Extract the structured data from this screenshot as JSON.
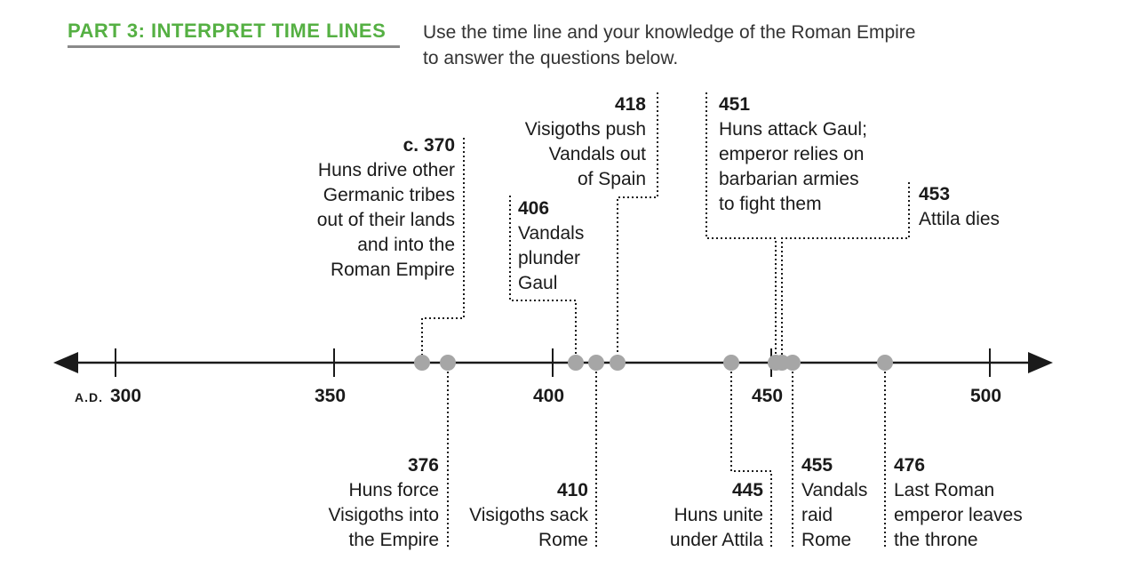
{
  "header": {
    "title": "PART 3: INTERPRET TIME LINES",
    "instructions": "Use the time line and your knowledge of the Roman Empire to answer the questions below."
  },
  "colors": {
    "accent": "#55b043",
    "dot": "#a6a6a6",
    "line": "#1a1a1a"
  },
  "axis": {
    "era_label": "A.D.",
    "ticks": [
      "300",
      "350",
      "400",
      "450",
      "500"
    ]
  },
  "events": [
    {
      "year": "c. 370",
      "text": [
        "Huns drive other",
        "Germanic tribes",
        "out of their lands",
        "and into the",
        "Roman Empire"
      ]
    },
    {
      "year": "376",
      "text": [
        "Huns force",
        "Visigoths into",
        "the Empire"
      ]
    },
    {
      "year": "406",
      "text": [
        "Vandals",
        "plunder",
        "Gaul"
      ]
    },
    {
      "year": "410",
      "text": [
        "Visigoths sack",
        "Rome"
      ]
    },
    {
      "year": "418",
      "text": [
        "Visigoths push",
        "Vandals out",
        "of Spain"
      ]
    },
    {
      "year": "445",
      "text": [
        "Huns unite",
        "under Attila"
      ]
    },
    {
      "year": "451",
      "text": [
        "Huns attack Gaul;",
        "emperor relies on",
        "barbarian armies",
        "to fight them"
      ]
    },
    {
      "year": "453",
      "text": [
        "Attila dies"
      ]
    },
    {
      "year": "455",
      "text": [
        "Vandals",
        "raid",
        "Rome"
      ]
    },
    {
      "year": "476",
      "text": [
        "Last Roman",
        "emperor leaves",
        "the throne"
      ]
    }
  ]
}
